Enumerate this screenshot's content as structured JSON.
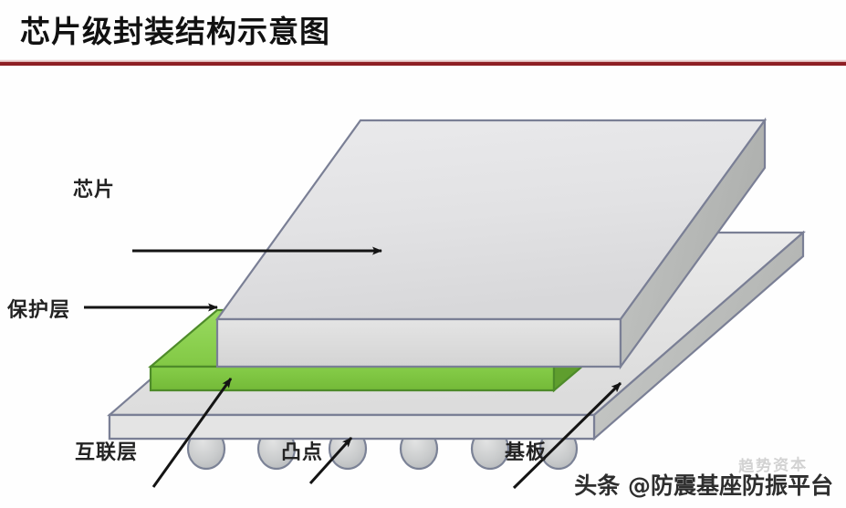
{
  "header": {
    "title": "芯片级封装结构示意图",
    "rule_color": "#8e1f24"
  },
  "diagram": {
    "type": "3d-isometric-cross-section",
    "subject": "chip-scale-package",
    "colors": {
      "chip_top": "#e3e3e5",
      "chip_front": "#dedede",
      "chip_side": "#b9bbb9",
      "substrate_top": "#e6e6e6",
      "substrate_side": "#c0c2c0",
      "green_top": "#8ed155",
      "green_front": "#7cc244",
      "green_dark": "#4e8b2a",
      "outline": "#7a7f95",
      "bump_fill": "#c8cacb",
      "bump_stroke": "#7b8296",
      "arrow": "#1a1a1a",
      "background": "#ffffff"
    },
    "bump_count": 6,
    "layers": [
      {
        "name": "chip",
        "label": "芯片"
      },
      {
        "name": "protective-layer",
        "label": "保护层"
      },
      {
        "name": "interconnect-layer",
        "label": "互联层"
      },
      {
        "name": "bumps",
        "label": "凸点"
      },
      {
        "name": "substrate",
        "label": "基板"
      }
    ]
  },
  "labels": {
    "chip": "芯片",
    "protective_layer": "保护层",
    "interconnect_layer": "互联层",
    "bump": "凸点",
    "substrate": "基板"
  },
  "watermark": {
    "text": "头条 @防震基座防振平台",
    "ghost_text": "趋势资本"
  }
}
